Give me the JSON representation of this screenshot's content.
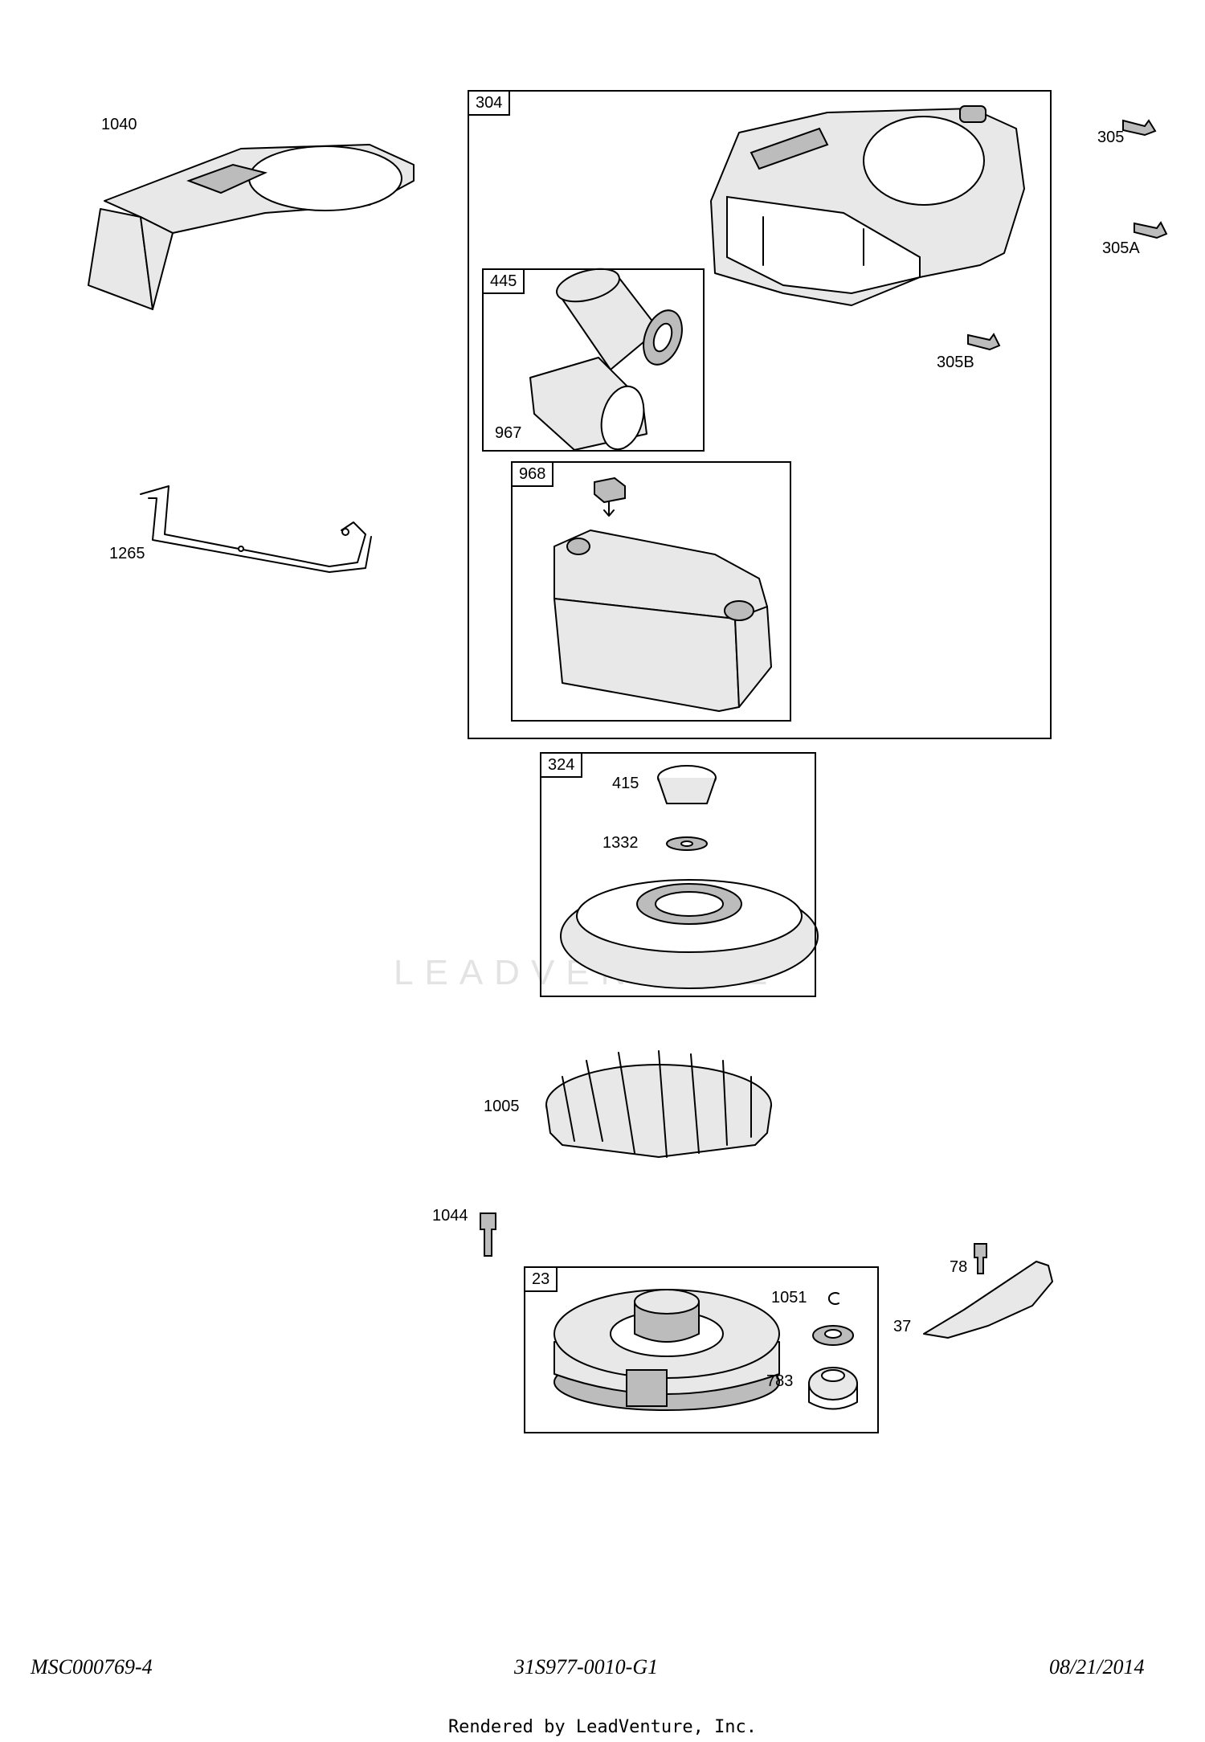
{
  "callouts": {
    "p1040": "1040",
    "p1265": "1265",
    "p305": "305",
    "p305A": "305A",
    "p305B": "305B",
    "p967": "967",
    "p415": "415",
    "p1332": "1332",
    "p1005": "1005",
    "p1044": "1044",
    "p1051": "1051",
    "p783": "783",
    "p78": "78",
    "p37": "37"
  },
  "groups": {
    "g304": "304",
    "g445": "445",
    "g968": "968",
    "g324": "324",
    "g23": "23"
  },
  "footer": {
    "left": "MSC000769-4",
    "center": "31S977-0010-G1",
    "right": "08/21/2014",
    "credit": "Rendered by LeadVenture, Inc."
  },
  "watermark": "LEADVENTURE",
  "icons": [
    "blower-housing-cover-icon",
    "bracket-icon",
    "blower-housing-icon",
    "air-filter-icon",
    "air-cleaner-cover-icon",
    "knob-icon",
    "screw-icon",
    "flywheel-icon",
    "fan-icon",
    "starter-cup-icon",
    "gear-icon",
    "baffle-icon",
    "retainer-ring-icon"
  ]
}
